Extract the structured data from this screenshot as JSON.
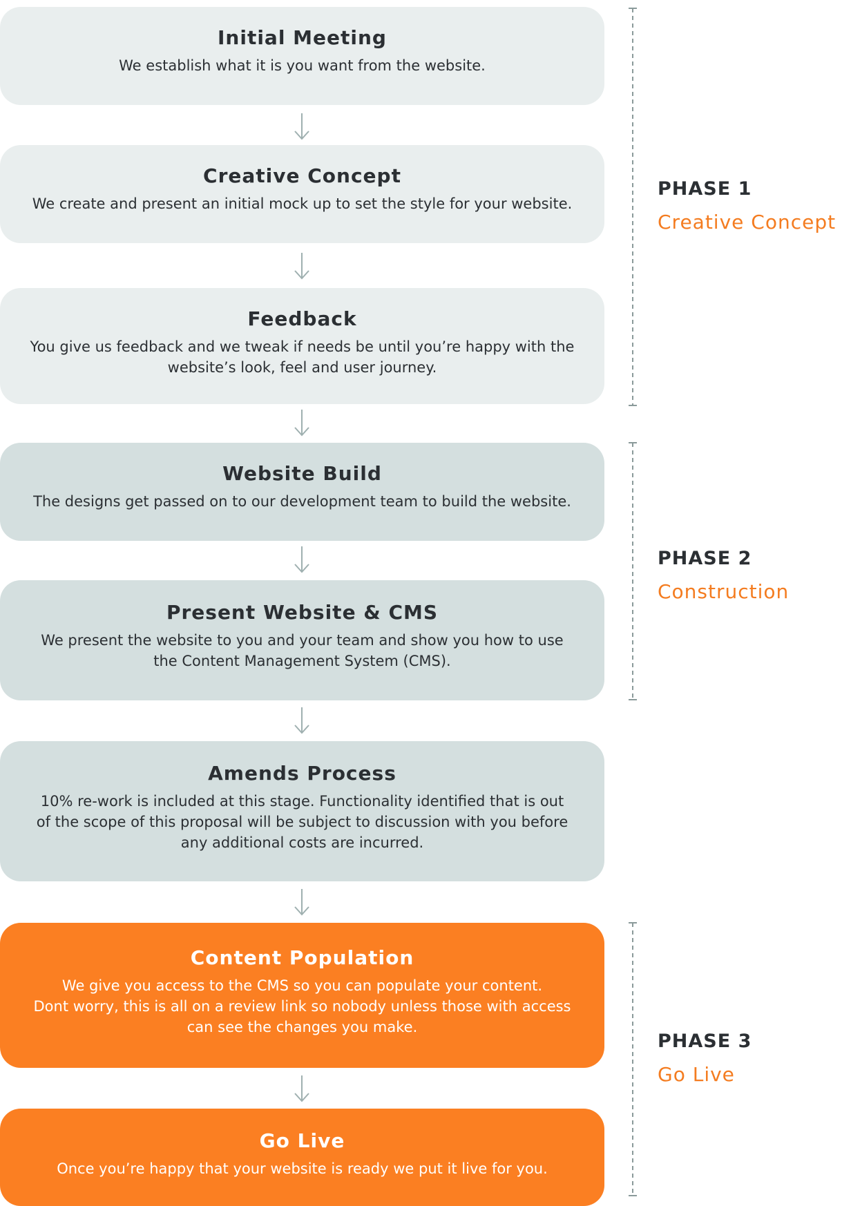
{
  "colors": {
    "light_box": "#e9eeee",
    "mid_box": "#d4dfdf",
    "orange_box": "#fb7f22",
    "accent": "#f47c20",
    "text": "#2b2f33",
    "arrow": "#9fb0b0"
  },
  "steps": [
    {
      "title": "Initial Meeting",
      "description": [
        "We establish what it is you want from the website."
      ]
    },
    {
      "title": "Creative Concept",
      "description": [
        "We create and present an initial mock up to set the style for your website."
      ]
    },
    {
      "title": "Feedback",
      "description": [
        "You give us feedback and we tweak if needs be until you’re happy with the",
        "website’s look, feel and user journey."
      ]
    },
    {
      "title": "Website Build",
      "description": [
        "The designs get passed on to our development team to build the website."
      ]
    },
    {
      "title": "Present Website & CMS",
      "description": [
        "We present the website to you and your team and show you how to use",
        "the Content Management System (CMS)."
      ]
    },
    {
      "title": "Amends Process",
      "description": [
        "10% re-work is included at this stage. Functionality identified that is out",
        "of the scope of this proposal will be subject to discussion with you before",
        "any additional costs are incurred."
      ]
    },
    {
      "title": "Content Population",
      "description": [
        "We give you access to the CMS so you can populate your content.",
        "Dont worry, this is all on a review link so nobody unless those with access",
        "can see the changes you make."
      ]
    },
    {
      "title": "Go Live",
      "description": [
        "Once you’re happy that your website is ready we put it live for you."
      ]
    }
  ],
  "phases": [
    {
      "number": "PHASE 1",
      "name": "Creative Concept"
    },
    {
      "number": "PHASE 2",
      "name": "Construction"
    },
    {
      "number": "PHASE 3",
      "name": "Go Live"
    }
  ],
  "icons": {
    "flow_arrow": "arrow-down-icon"
  }
}
